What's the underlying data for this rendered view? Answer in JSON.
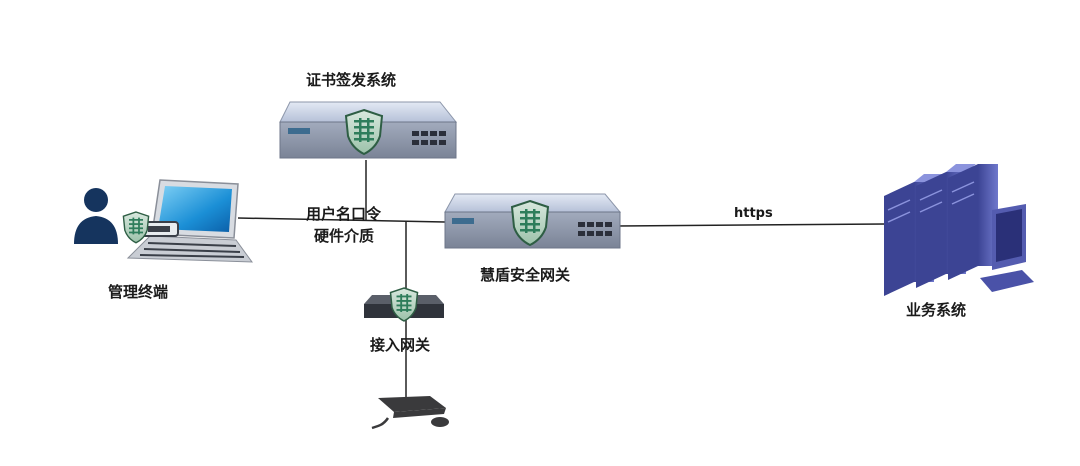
{
  "nodes": {
    "cert_system": {
      "label": "证书签发系统"
    },
    "security_gateway": {
      "label": "慧盾安全网关"
    },
    "access_gateway": {
      "label": "接入网关"
    },
    "management_terminal": {
      "label": "管理终端"
    },
    "business_system": {
      "label": "业务系统"
    }
  },
  "edges": {
    "auth_line1": "用户名口令",
    "auth_line2": "硬件介质",
    "https": "https"
  },
  "colors": {
    "device_top": "#c9d3e6",
    "device_front": "#8d97ab",
    "shield_green": "#2e7d5b",
    "server_purple": "#5c64b8",
    "user_navy": "#15345e"
  }
}
